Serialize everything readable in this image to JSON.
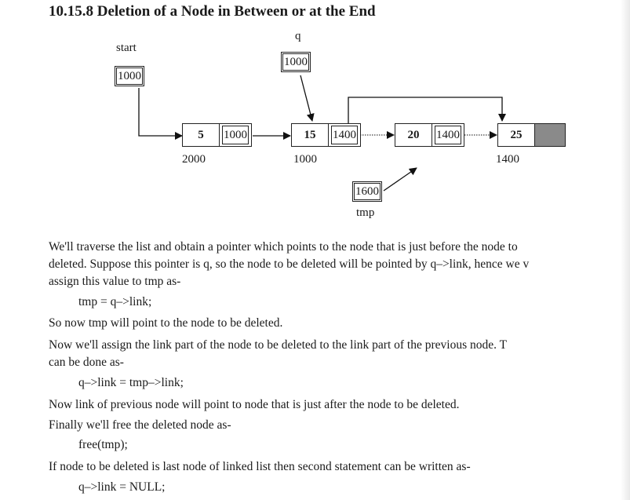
{
  "heading": "10.15.8 Deletion of a Node in Between or at the End",
  "diagram": {
    "start_label": "start",
    "start_value": "1000",
    "q_label": "q",
    "q_value": "1000",
    "tmp_label": "tmp",
    "tmp_value": "1600",
    "nodes": [
      {
        "info": "5",
        "link": "1000",
        "address": "2000"
      },
      {
        "info": "15",
        "link": "1400",
        "address": "1000"
      },
      {
        "info": "20",
        "link": "1400",
        "address": ""
      },
      {
        "info": "25",
        "link": "",
        "address": "1400"
      }
    ]
  },
  "text": {
    "p1_line1": "We'll traverse the list and obtain a pointer which points to the node that is just before the node to",
    "p1_line2": "deleted. Suppose this pointer is q, so the node to be deleted will be pointed by q–>link, hence we v",
    "p1_line3": "assign this value to tmp as-",
    "code1": "tmp = q–>link;",
    "p2": "So now tmp will point to the node to be deleted.",
    "p3_line1": "Now we'll assign the link part of the node to be deleted to the link part of the previous node. T",
    "p3_line2": "can be done as-",
    "code2": "q–>link = tmp–>link;",
    "p4": "Now link of previous node will point to node that is just after the node to be deleted.",
    "p5": "Finally we'll free the deleted node as-",
    "code3": "free(tmp);",
    "p6": "If node to be deleted is last node of linked list then second statement can be written as-",
    "code4": "q–>link = NULL;"
  }
}
